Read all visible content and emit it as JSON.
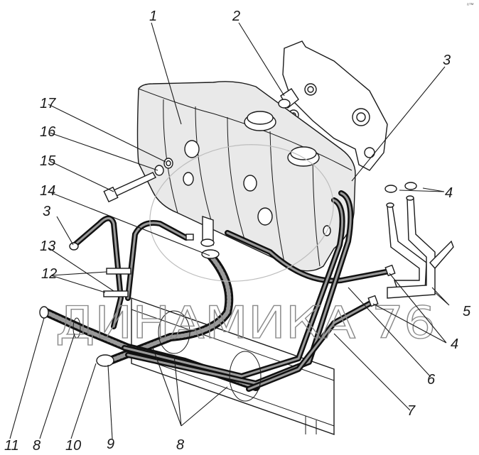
{
  "labels": {
    "l1": "1",
    "l2": "2",
    "l3a": "3",
    "l3b": "3",
    "l4a": "4",
    "l4b": "4",
    "l5": "5",
    "l6": "6",
    "l7": "7",
    "l8a": "8",
    "l8b": "8",
    "l9": "9",
    "l10": "10",
    "l11": "11",
    "l12": "12",
    "l13": "13",
    "l14": "14",
    "l15": "15",
    "l16": "16",
    "l17": "17"
  },
  "watermark": {
    "text": "ДИНАМИКА 76",
    "corner_mark": "ᵃ™"
  },
  "colors": {
    "line": "#1a1a1a",
    "hose": "#111111",
    "tank": "#e9e9e9",
    "watermark": "#8a8a8a"
  }
}
